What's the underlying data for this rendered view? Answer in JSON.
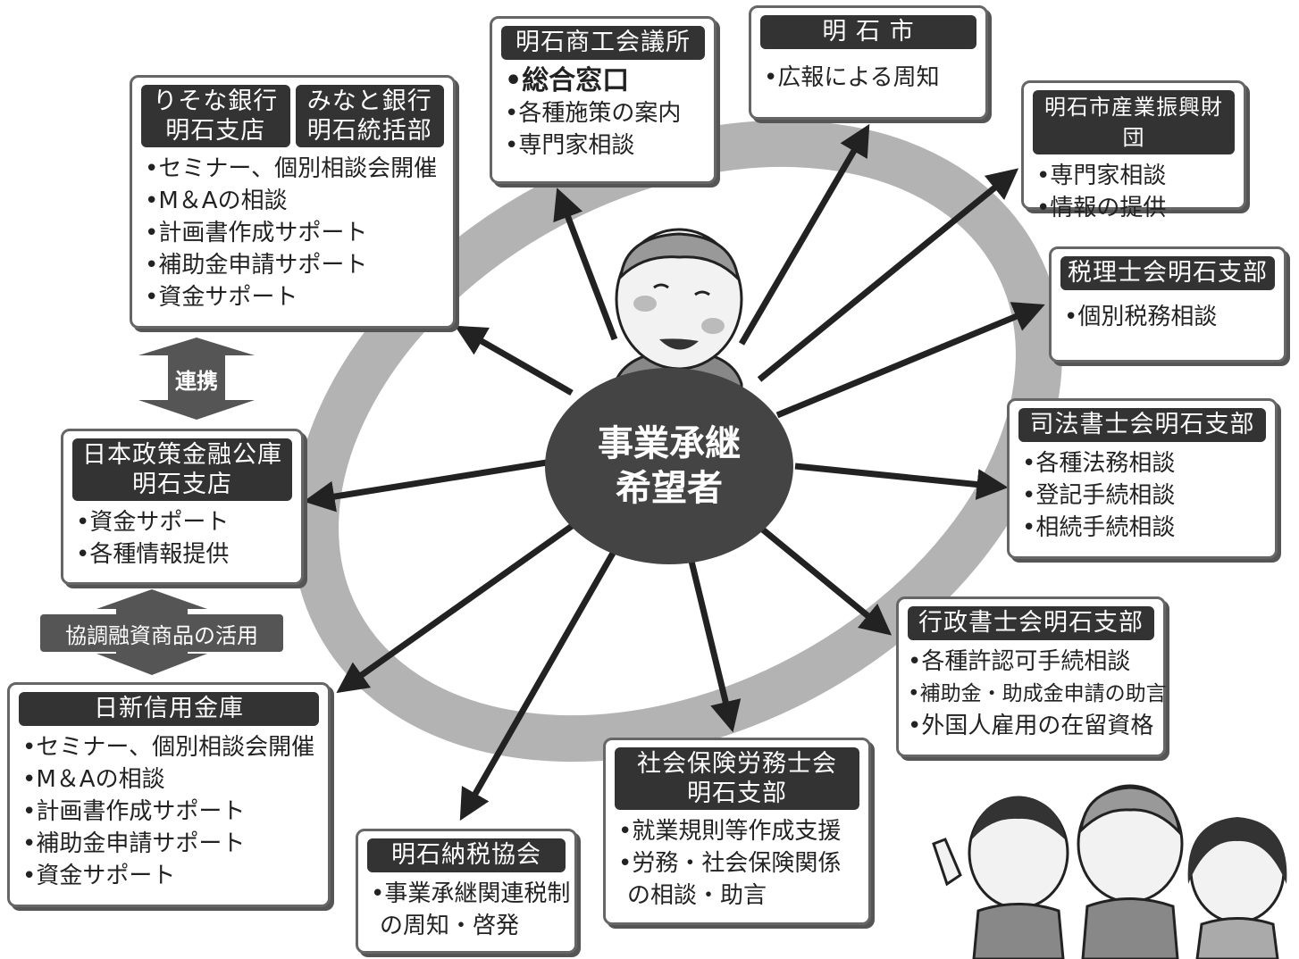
{
  "center": {
    "line1": "事業承継",
    "line2": "希望者"
  },
  "banks": {
    "header1": [
      "りそな銀行",
      "明石支店"
    ],
    "header2": [
      "みなと銀行",
      "明石統括部"
    ],
    "items": [
      "セミナー、個別相談会開催",
      "M＆Aの相談",
      "計画書作成サポート",
      "補助金申請サポート",
      "資金サポート"
    ]
  },
  "link_label_1": "連携",
  "jfc": {
    "header": [
      "日本政策金融公庫",
      "明石支店"
    ],
    "items": [
      "資金サポート",
      "各種情報提供"
    ]
  },
  "link_label_2": "協調融資商品の活用",
  "nisshin": {
    "header": "日新信用金庫",
    "items": [
      "セミナー、個別相談会開催",
      "M＆Aの相談",
      "計画書作成サポート",
      "補助金申請サポート",
      "資金サポート"
    ]
  },
  "nozei": {
    "header": "明石納税協会",
    "items": [
      "事業承継関連税制",
      "の周知・啓発"
    ]
  },
  "sharoushi": {
    "header": [
      "社会保険労務士会",
      "明石支部"
    ],
    "items": [
      "就業規則等作成支援",
      "労務・社会保険関係",
      "の相談・助言"
    ]
  },
  "gyosei": {
    "header": "行政書士会明石支部",
    "items": [
      "各種許認可手続相談",
      "補助金・助成金申請の助言",
      "外国人雇用の在留資格"
    ]
  },
  "shiho": {
    "header": "司法書士会明石支部",
    "items": [
      "各種法務相談",
      "登記手続相談",
      "相続手続相談"
    ]
  },
  "zeirishi": {
    "header": "税理士会明石支部",
    "items": [
      "個別税務相談"
    ]
  },
  "zaidan": {
    "header": "明石市産業振興財団",
    "items": [
      "専門家相談",
      "情報の提供"
    ]
  },
  "city": {
    "header": "明 石 市",
    "items": [
      "広報による周知"
    ]
  },
  "cci": {
    "header": "明石商工会議所",
    "items": [
      "総合窓口",
      "各種施策の案内",
      "専門家相談"
    ]
  },
  "colors": {
    "dark": "#333333",
    "ring": "#b3b3b3",
    "arrow": "#222222",
    "border": "#666666"
  }
}
